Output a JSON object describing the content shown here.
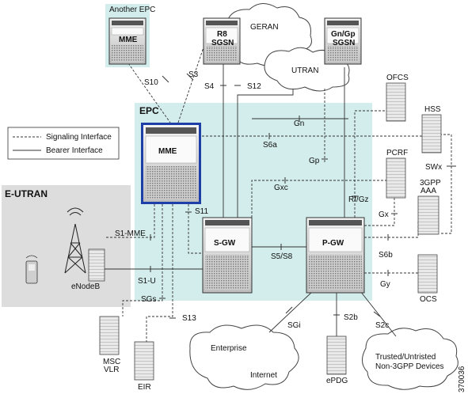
{
  "regions": {
    "another_epc": "Another EPC",
    "epc": "EPC",
    "eutran": "E-UTRAN",
    "geran": "GERAN",
    "utran": "UTRAN"
  },
  "legend": {
    "signaling": "Signaling Interface",
    "bearer": "Bearer Interface"
  },
  "nodes": {
    "mme_remote": "MME",
    "r8sgsn_1": "R8",
    "r8sgsn_2": "SGSN",
    "gngp_1": "Gn/Gp",
    "gngp_2": "SGSN",
    "mme": "MME",
    "sgw": "S-GW",
    "pgw": "P-GW",
    "ofcs": "OFCS",
    "hss": "HSS",
    "pcrf": "PCRF",
    "aaa_1": "3GPP",
    "aaa_2": "AAA",
    "ocs": "OCS",
    "enodeb": "eNodeB",
    "msc_1": "MSC",
    "msc_2": "VLR",
    "eir": "EIR",
    "epdg": "ePDG"
  },
  "clouds": {
    "enterprise": "Enterprise",
    "internet": "Internet",
    "trusted_1": "Trusted/Untristed",
    "trusted_2": "Non-3GPP Devices"
  },
  "interfaces": {
    "s10": "S10",
    "s3": "S3",
    "s4": "S4",
    "s12": "S12",
    "gn": "Gn",
    "s6a": "S6a",
    "gp": "Gp",
    "gxc": "Gxc",
    "rfgz": "Rf/Gz",
    "swx": "SWx",
    "gx": "Gx",
    "s11": "S11",
    "s1mme": "S1-MME",
    "s5s8": "S5/S8",
    "s6b": "S6b",
    "s1u": "S1-U",
    "gy": "Gy",
    "sgs": "SGs",
    "s13": "S13",
    "sgi": "SGi",
    "s2b": "S2b",
    "s2c": "S2c"
  },
  "figure_id": "370036",
  "colors": {
    "epc_bg": "#d3ecec",
    "eutran_bg": "#dddddd",
    "mme_border": "#1f3fa8",
    "line": "#333333"
  }
}
